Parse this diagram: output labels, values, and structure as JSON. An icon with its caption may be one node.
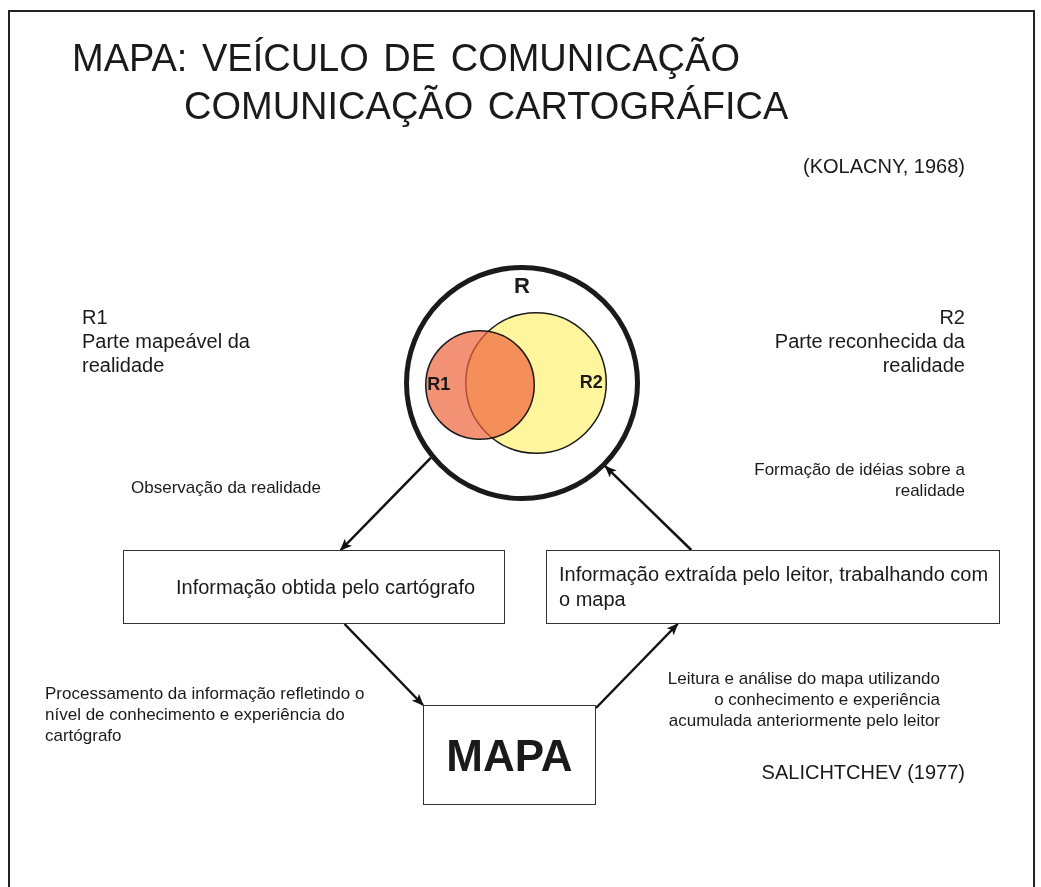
{
  "diagram": {
    "title": "MAPA: VEÍCULO DE COMUNICAÇÃO COMUNICAÇÃO CARTOGRÁFICA",
    "nodes": [
      {
        "text": [
          "R"
        ]
      },
      {
        "text": [
          "R1"
        ],
        "in": 0
      },
      {
        "text": [
          "R2"
        ],
        "in": 0
      },
      {
        "text": [
          "Informação obtida pelo cartógrafo"
        ]
      },
      {
        "text": [
          "Informação extraída pelo leitor, trabalhando com o mapa"
        ]
      },
      {
        "text": [
          "MAPA"
        ]
      }
    ],
    "edges": [
      {
        "from": 0,
        "to": 3,
        "arrow": "to",
        "label": "Observação da realidade"
      },
      {
        "from": 3,
        "to": 5,
        "arrow": "to",
        "label": "Processamento da informação refletindo o nível de conhecimento e experiência do cartógrafo"
      },
      {
        "from": 5,
        "to": 4,
        "arrow": "to",
        "label": "Leitura e análise do mapa utilizando o conhecimento e experiência acumulada anteriormente pelo leitor"
      },
      {
        "from": 4,
        "to": 0,
        "arrow": "to",
        "label": "Formação de idéias sobre a realidade"
      }
    ],
    "labels": [
      "(KOLACNY, 1968)",
      "R1",
      "Parte mapeável da realidade",
      "R2",
      "Parte reconhecida da realidade",
      "SALICHTCHEV (1977)"
    ]
  }
}
